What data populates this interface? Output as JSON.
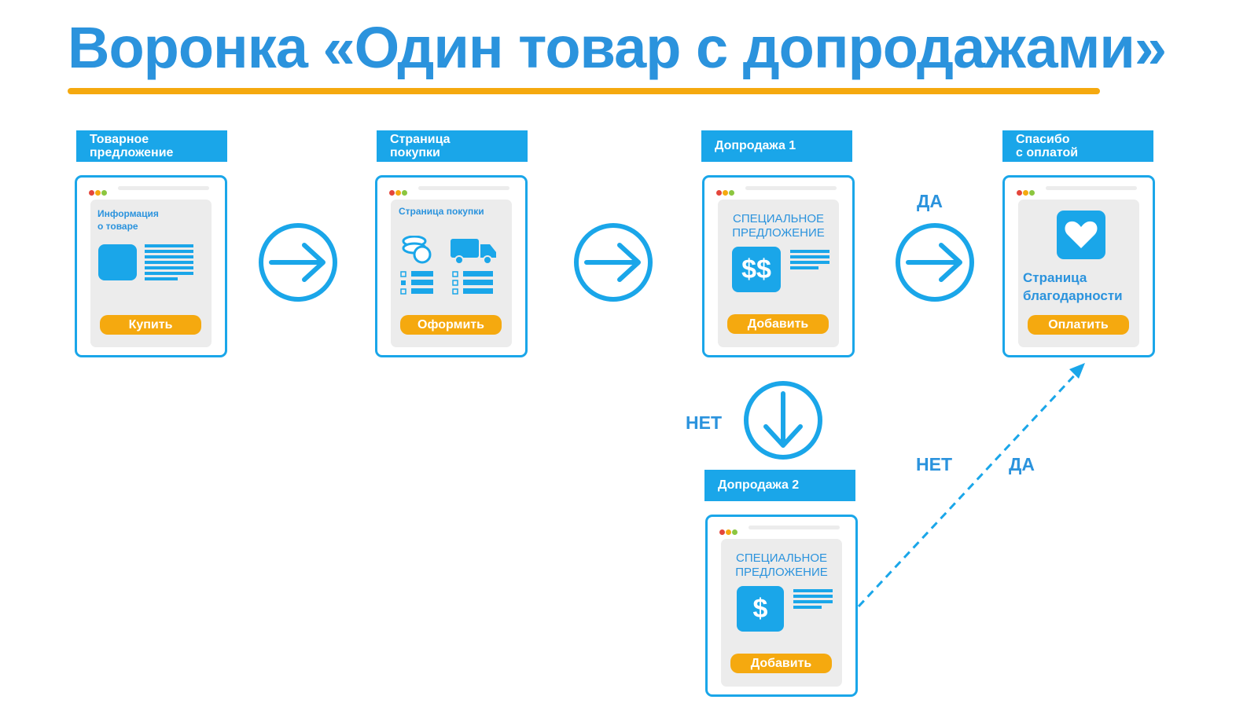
{
  "title": "Воронка «Один товар с допродажами»",
  "colors": {
    "title": "#2b93dd",
    "accent_line": "#f5a90f",
    "blue": "#1aa6e9",
    "button": "#f5a90f"
  },
  "steps": [
    {
      "label": "Товарное\nпредложение",
      "panel_text": "Информация\nо товаре",
      "button": "Купить"
    },
    {
      "label": "Страница\nпокупки",
      "panel_text": "Страница покупки",
      "button": "Оформить"
    },
    {
      "label": "Допродажа 1",
      "panel_text": "СПЕЦИАЛЬНОЕ\nПРЕДЛОЖЕНИЕ",
      "icon_text": "$$",
      "button": "Добавить"
    },
    {
      "label": "Спасибо\nс оплатой",
      "panel_text": "Страница\nблагодарности",
      "icon": "heart-icon",
      "button": "Оплатить"
    },
    {
      "label": "Допродажа 2",
      "panel_text": "СПЕЦИАЛЬНОЕ\nПРЕДЛОЖЕНИЕ",
      "icon_text": "$",
      "button": "Добавить"
    }
  ],
  "flow_labels": {
    "yes_top": "ДА",
    "no_down": "НЕТ",
    "no_diag": "НЕТ",
    "yes_diag": "ДА"
  }
}
